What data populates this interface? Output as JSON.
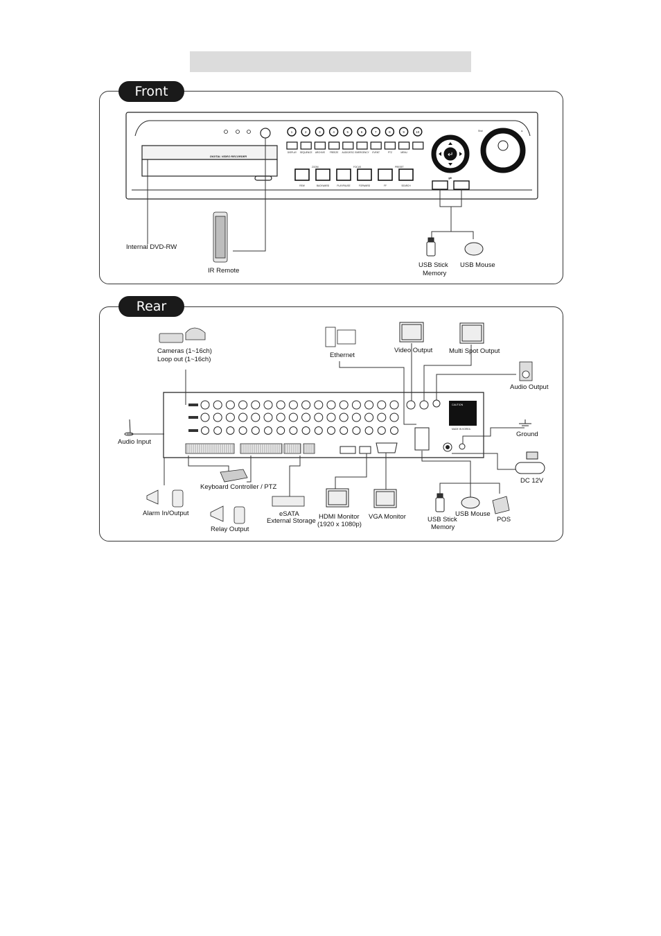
{
  "front": {
    "section_label": "Front",
    "dvr_label": "DIGITAL VIDEO RECORDER",
    "channel_buttons": [
      "1",
      "2",
      "3",
      "4",
      "5",
      "6",
      "7",
      "8",
      "9",
      "10"
    ],
    "function_buttons": [
      "DISPLAY",
      "SEQUENCE",
      "ARCHIVE",
      "FREEZE",
      "AUDIO/ESC",
      "EMERGENCY",
      "EVENT",
      "PTZ",
      "MENU"
    ],
    "playback_buttons": [
      "REW",
      "BACKWARD",
      "PLAY/PAUSE",
      "FORWARD",
      "FF",
      "SEARCH"
    ],
    "ptz_labels": [
      "ZOOM",
      "FOCUS",
      "PRESET"
    ],
    "shuttle_labels": {
      "left": "Shut",
      "right": "►"
    },
    "labels": {
      "dvd": "Internal DVD-RW",
      "ir_remote": "IR Remote",
      "usb_stick": "USB Stick\nMemory",
      "usb_stick_l1": "USB Stick",
      "usb_stick_l2": "Memory",
      "usb_mouse": "USB Mouse"
    }
  },
  "rear": {
    "section_label": "Rear",
    "labels": {
      "cameras_l1": "Cameras (1~16ch)",
      "cameras_l2": "Loop out (1~16ch)",
      "ethernet": "Ethernet",
      "video_output": "Video Output",
      "multi_spot_output": "Multi Spot Output",
      "audio_output": "Audio Output",
      "audio_input": "Audio Input",
      "ground": "Ground",
      "dc12v": "DC 12V",
      "keyboard": "Keyboard Controller / PTZ",
      "alarm": "Alarm In/Output",
      "relay": "Relay Output",
      "esata_l1": "eSATA",
      "esata_l2": "External Storage",
      "hdmi_l1": "HDMI Monitor",
      "hdmi_l2": "(1920 x 1080p)",
      "vga": "VGA Monitor",
      "usb_stick_l1": "USB Stick",
      "usb_stick_l2": "Memory",
      "usb_mouse": "USB Mouse",
      "pos": "POS"
    },
    "caution_label": "CAUTION",
    "made_in": "MADE IN KOREA",
    "bnc_count": 16
  },
  "colors": {
    "line": "#333333",
    "pill_bg": "#1a1a1a",
    "title_bar": "#dcdcdc"
  }
}
